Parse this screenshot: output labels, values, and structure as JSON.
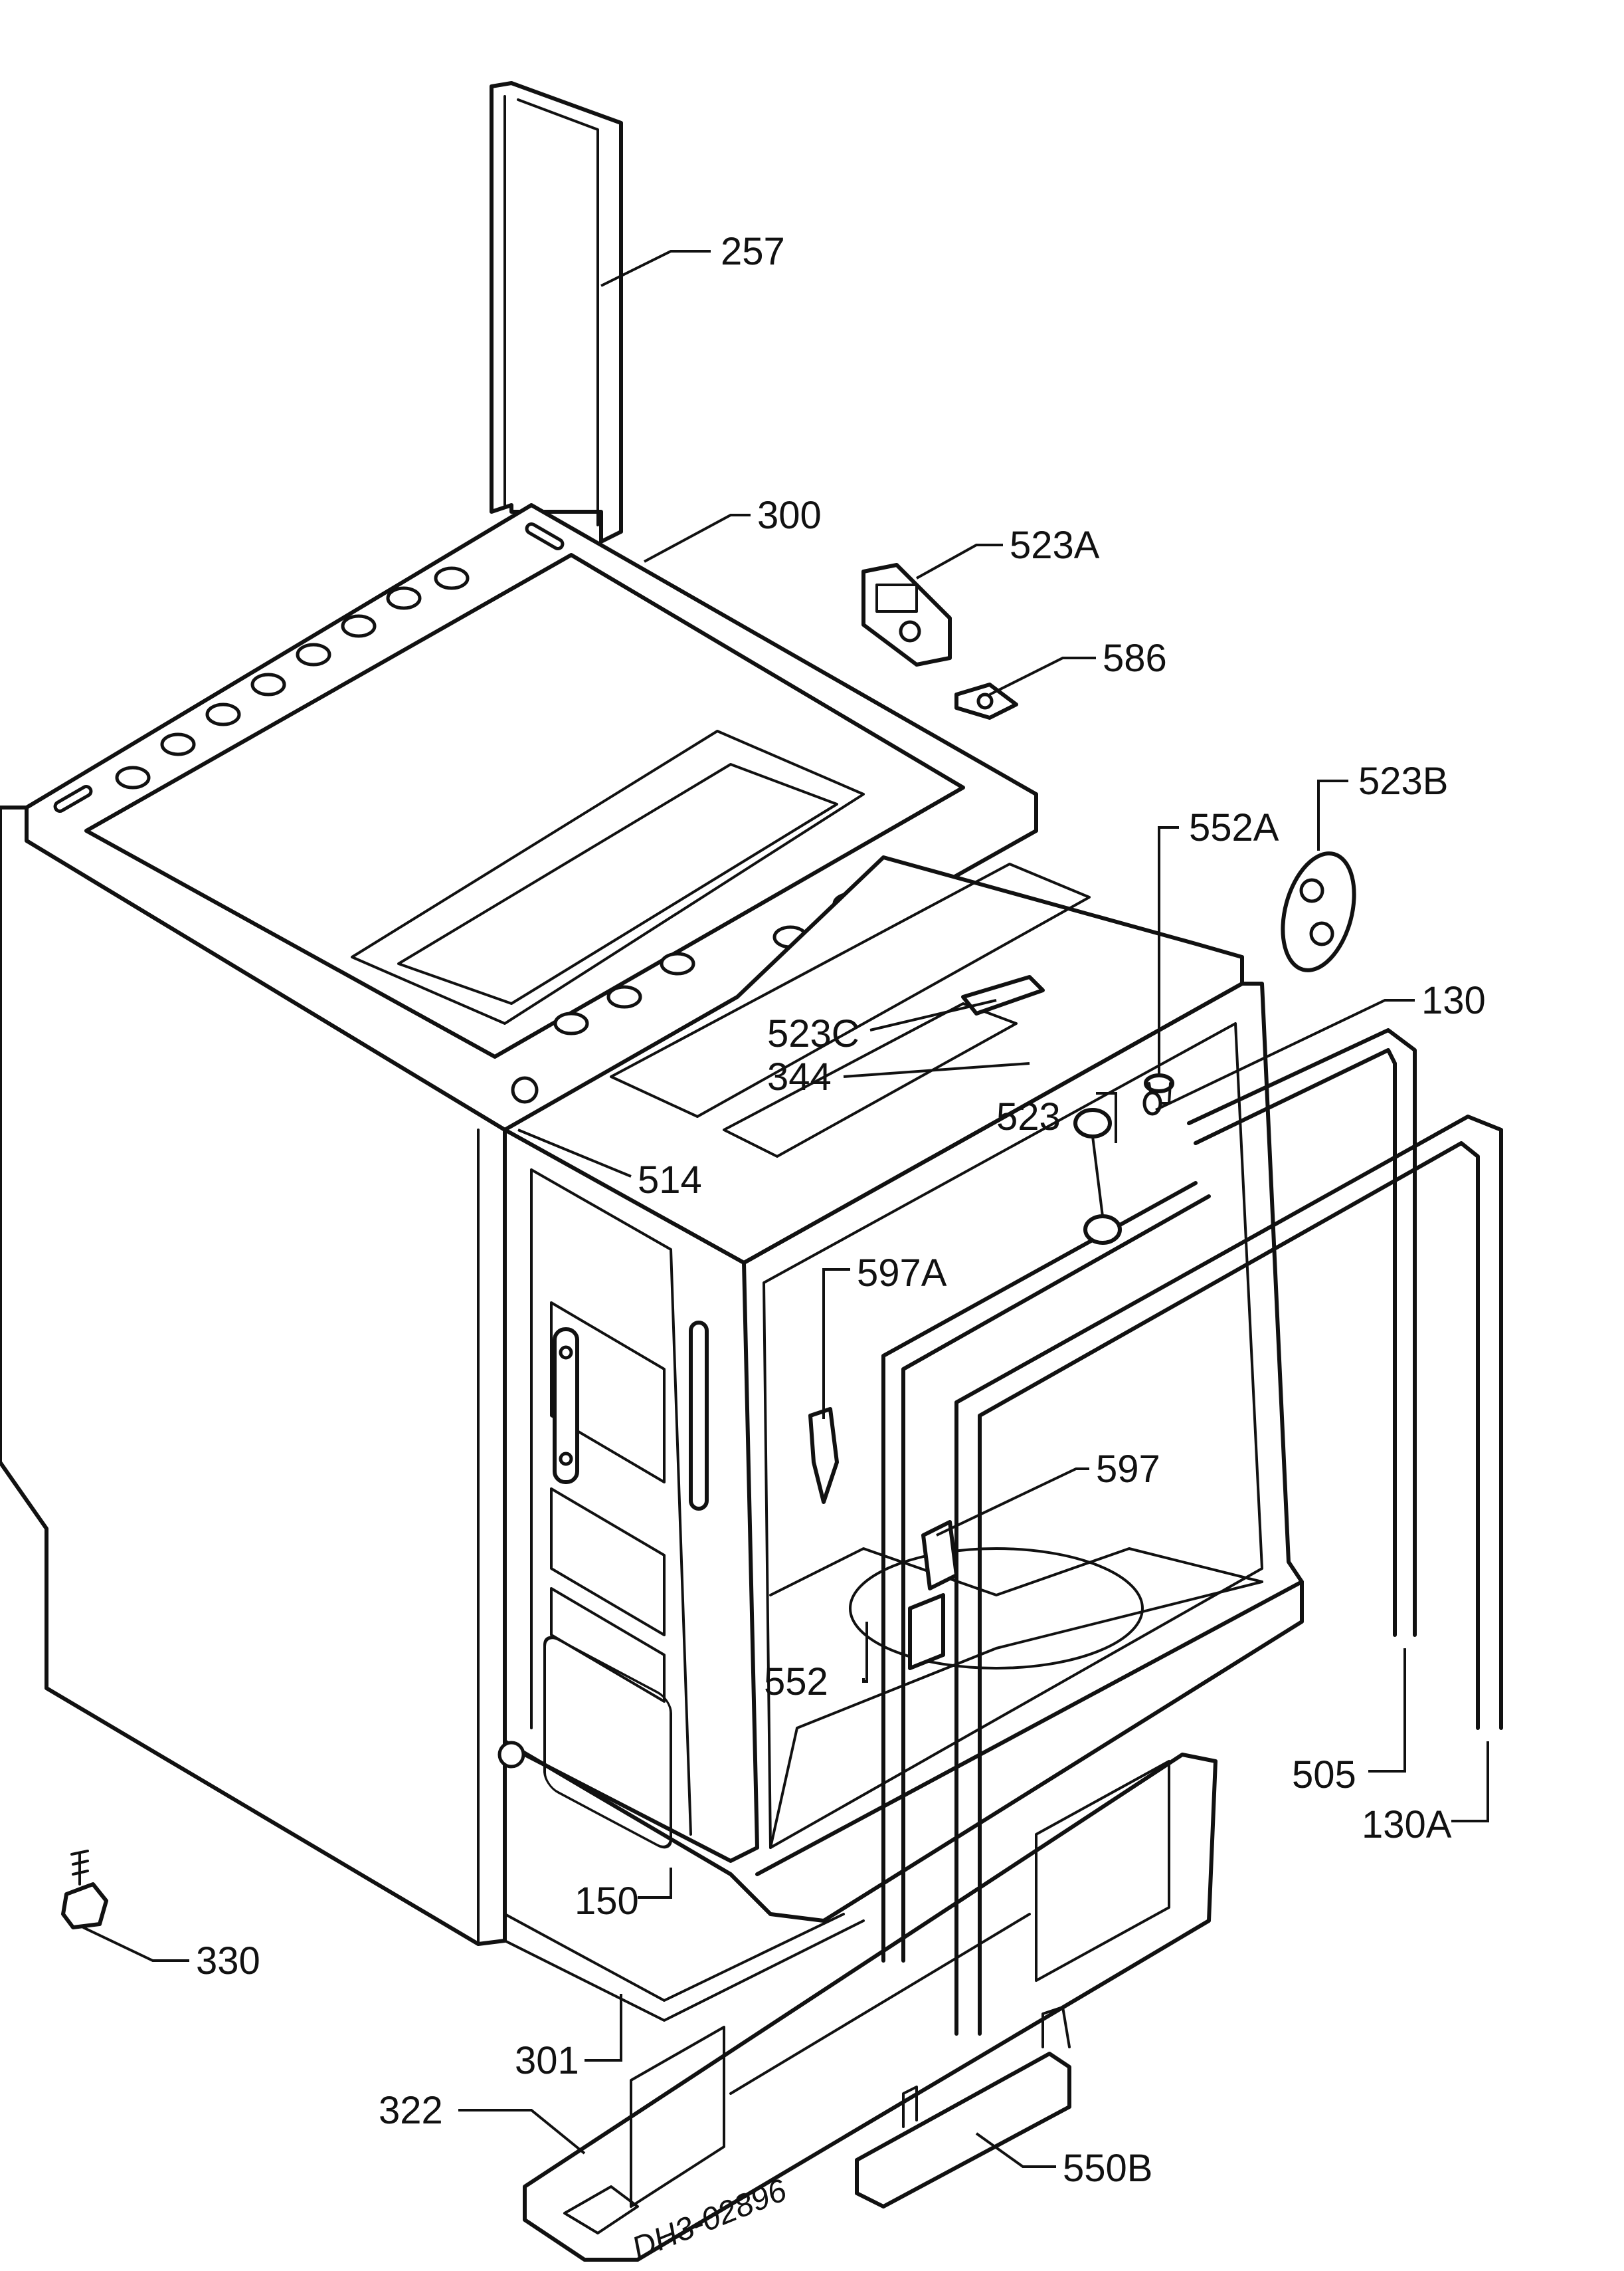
{
  "drawing_code": "DH3-02896",
  "callouts": [
    {
      "id": "c257",
      "label": "257"
    },
    {
      "id": "c300",
      "label": "300"
    },
    {
      "id": "c523A",
      "label": "523A"
    },
    {
      "id": "c586",
      "label": "586"
    },
    {
      "id": "c523B",
      "label": "523B"
    },
    {
      "id": "c552A",
      "label": "552A"
    },
    {
      "id": "c130",
      "label": "130"
    },
    {
      "id": "c523C",
      "label": "523C"
    },
    {
      "id": "c344",
      "label": "344"
    },
    {
      "id": "c523",
      "label": "523"
    },
    {
      "id": "c514",
      "label": "514"
    },
    {
      "id": "c597A",
      "label": "597A"
    },
    {
      "id": "c597",
      "label": "597"
    },
    {
      "id": "c552",
      "label": "552"
    },
    {
      "id": "c505",
      "label": "505"
    },
    {
      "id": "c130A",
      "label": "130A"
    },
    {
      "id": "c150",
      "label": "150"
    },
    {
      "id": "c330",
      "label": "330"
    },
    {
      "id": "c301",
      "label": "301"
    },
    {
      "id": "c322",
      "label": "322"
    },
    {
      "id": "c550B",
      "label": "550B"
    }
  ]
}
